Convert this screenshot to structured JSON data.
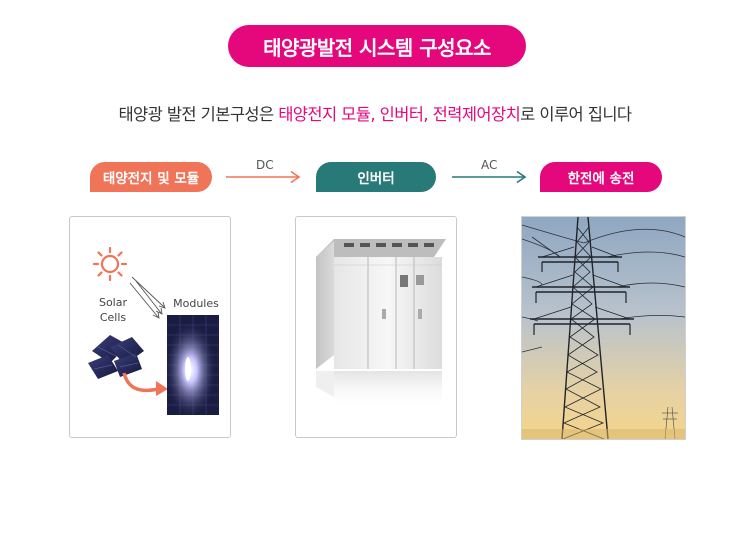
{
  "title": "태양광발전 시스템 구성요소",
  "subtitle": {
    "part1": "태양광 발전 기본구성은 ",
    "highlight": "태양전지 모듈, 인버터, 전력제어장치",
    "part2": "로 이루어 집니다"
  },
  "steps": [
    {
      "label": "태양전지 및 모듈",
      "color": "#f07458"
    },
    {
      "label": "인버터",
      "color": "#277a78"
    },
    {
      "label": "한전에 송전",
      "color": "#e5087d"
    }
  ],
  "flows": [
    {
      "label": "DC",
      "color": "#f07458"
    },
    {
      "label": "AC",
      "color": "#277a78"
    }
  ],
  "solar_box": {
    "solar_label_line1": "Solar",
    "solar_label_line2": "Cells",
    "modules_label": "Modules"
  },
  "colors": {
    "accent": "#e5087d",
    "orange": "#f07458",
    "teal": "#277a78"
  }
}
